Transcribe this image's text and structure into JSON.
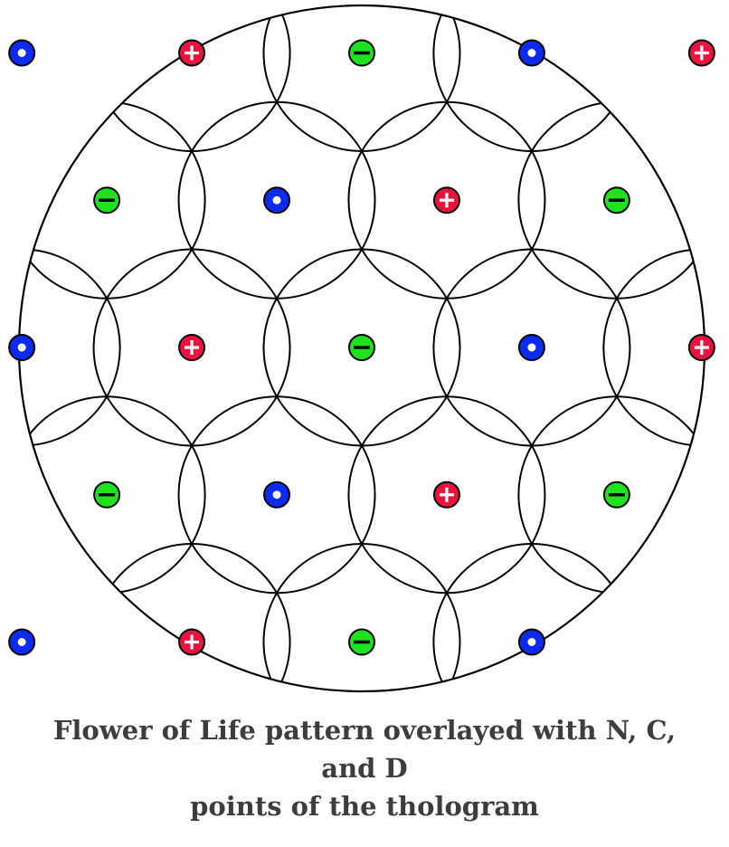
{
  "caption": {
    "line1": "Flower of Life pattern overlayed with N, C, and D",
    "line2": "points of the thologram"
  },
  "colors": {
    "line": "#000000",
    "background": "#ffffff",
    "positive": "#e8133f",
    "negative": "#1fe21f",
    "neutral": "#0b2cf0",
    "mark": "#ffffff",
    "negative_mark": "#000000",
    "caption": "#3d3d3d"
  },
  "legend_symbols": {
    "positive": "+",
    "negative": "−",
    "neutral": "•"
  },
  "points": [
    {
      "q": 0,
      "r": -4,
      "type": "neutral"
    },
    {
      "q": -1,
      "r": -3,
      "type": "positive"
    },
    {
      "q": 1,
      "r": -4,
      "type": "positive"
    },
    {
      "q": -2,
      "r": -2,
      "type": "negative"
    },
    {
      "q": 0,
      "r": -3,
      "type": "negative"
    },
    {
      "q": 2,
      "r": -4,
      "type": "negative"
    },
    {
      "q": -3,
      "r": -1,
      "type": "neutral"
    },
    {
      "q": -1,
      "r": -2,
      "type": "neutral"
    },
    {
      "q": 1,
      "r": -3,
      "type": "neutral"
    },
    {
      "q": 3,
      "r": -4,
      "type": "neutral"
    },
    {
      "q": -2,
      "r": -1,
      "type": "positive"
    },
    {
      "q": 0,
      "r": -2,
      "type": "positive"
    },
    {
      "q": 2,
      "r": -3,
      "type": "positive"
    },
    {
      "q": -3,
      "r": 0,
      "type": "negative"
    },
    {
      "q": -1,
      "r": -1,
      "type": "negative"
    },
    {
      "q": 1,
      "r": -2,
      "type": "negative"
    },
    {
      "q": 3,
      "r": -3,
      "type": "negative"
    },
    {
      "q": -2,
      "r": 0,
      "type": "neutral"
    },
    {
      "q": 0,
      "r": -1,
      "type": "neutral"
    },
    {
      "q": 2,
      "r": -2,
      "type": "neutral"
    },
    {
      "q": -3,
      "r": 1,
      "type": "positive"
    },
    {
      "q": -1,
      "r": 0,
      "type": "positive"
    },
    {
      "q": 1,
      "r": -1,
      "type": "positive"
    },
    {
      "q": 3,
      "r": -2,
      "type": "positive"
    },
    {
      "q": -2,
      "r": 1,
      "type": "negative"
    },
    {
      "q": 0,
      "r": 0,
      "type": "negative"
    },
    {
      "q": 2,
      "r": -1,
      "type": "negative"
    },
    {
      "q": -3,
      "r": 2,
      "type": "neutral"
    },
    {
      "q": -1,
      "r": 1,
      "type": "neutral"
    },
    {
      "q": 1,
      "r": 0,
      "type": "neutral"
    },
    {
      "q": 3,
      "r": -1,
      "type": "neutral"
    },
    {
      "q": -2,
      "r": 2,
      "type": "positive"
    },
    {
      "q": 0,
      "r": 1,
      "type": "positive"
    },
    {
      "q": 2,
      "r": 0,
      "type": "positive"
    },
    {
      "q": -1,
      "r": 2,
      "type": "negative"
    },
    {
      "q": 1,
      "r": 1,
      "type": "negative"
    },
    {
      "q": 0,
      "r": 2,
      "type": "neutral"
    }
  ]
}
